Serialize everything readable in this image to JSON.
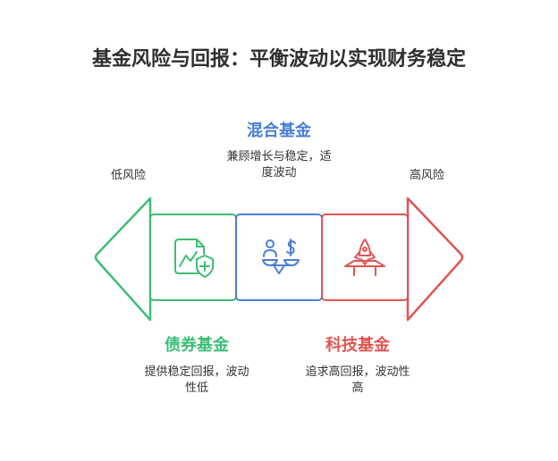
{
  "title": "基金风险与回报：平衡波动以实现财务稳定",
  "left_end": {
    "label": "低风险",
    "color": "#3dbe74"
  },
  "right_end": {
    "label": "高风险",
    "color": "#e05552"
  },
  "center": {
    "heading": "混合基金",
    "desc_line1": "兼顾增长与稳定，适",
    "desc_line2": "度波动",
    "color": "#4b7fd6"
  },
  "bond": {
    "heading": "债券基金",
    "desc_line1": "提供稳定回报，波动",
    "desc_line2": "性低",
    "color": "#3dbe74"
  },
  "tech": {
    "heading": "科技基金",
    "desc_line1": "追求高回报，波动性",
    "desc_line2": "高",
    "color": "#e05552"
  },
  "icons": {
    "bond": "document-chart-shield-icon",
    "mixed": "balance-scale-person-dollar-icon",
    "tech": "rocket-platform-icon"
  }
}
